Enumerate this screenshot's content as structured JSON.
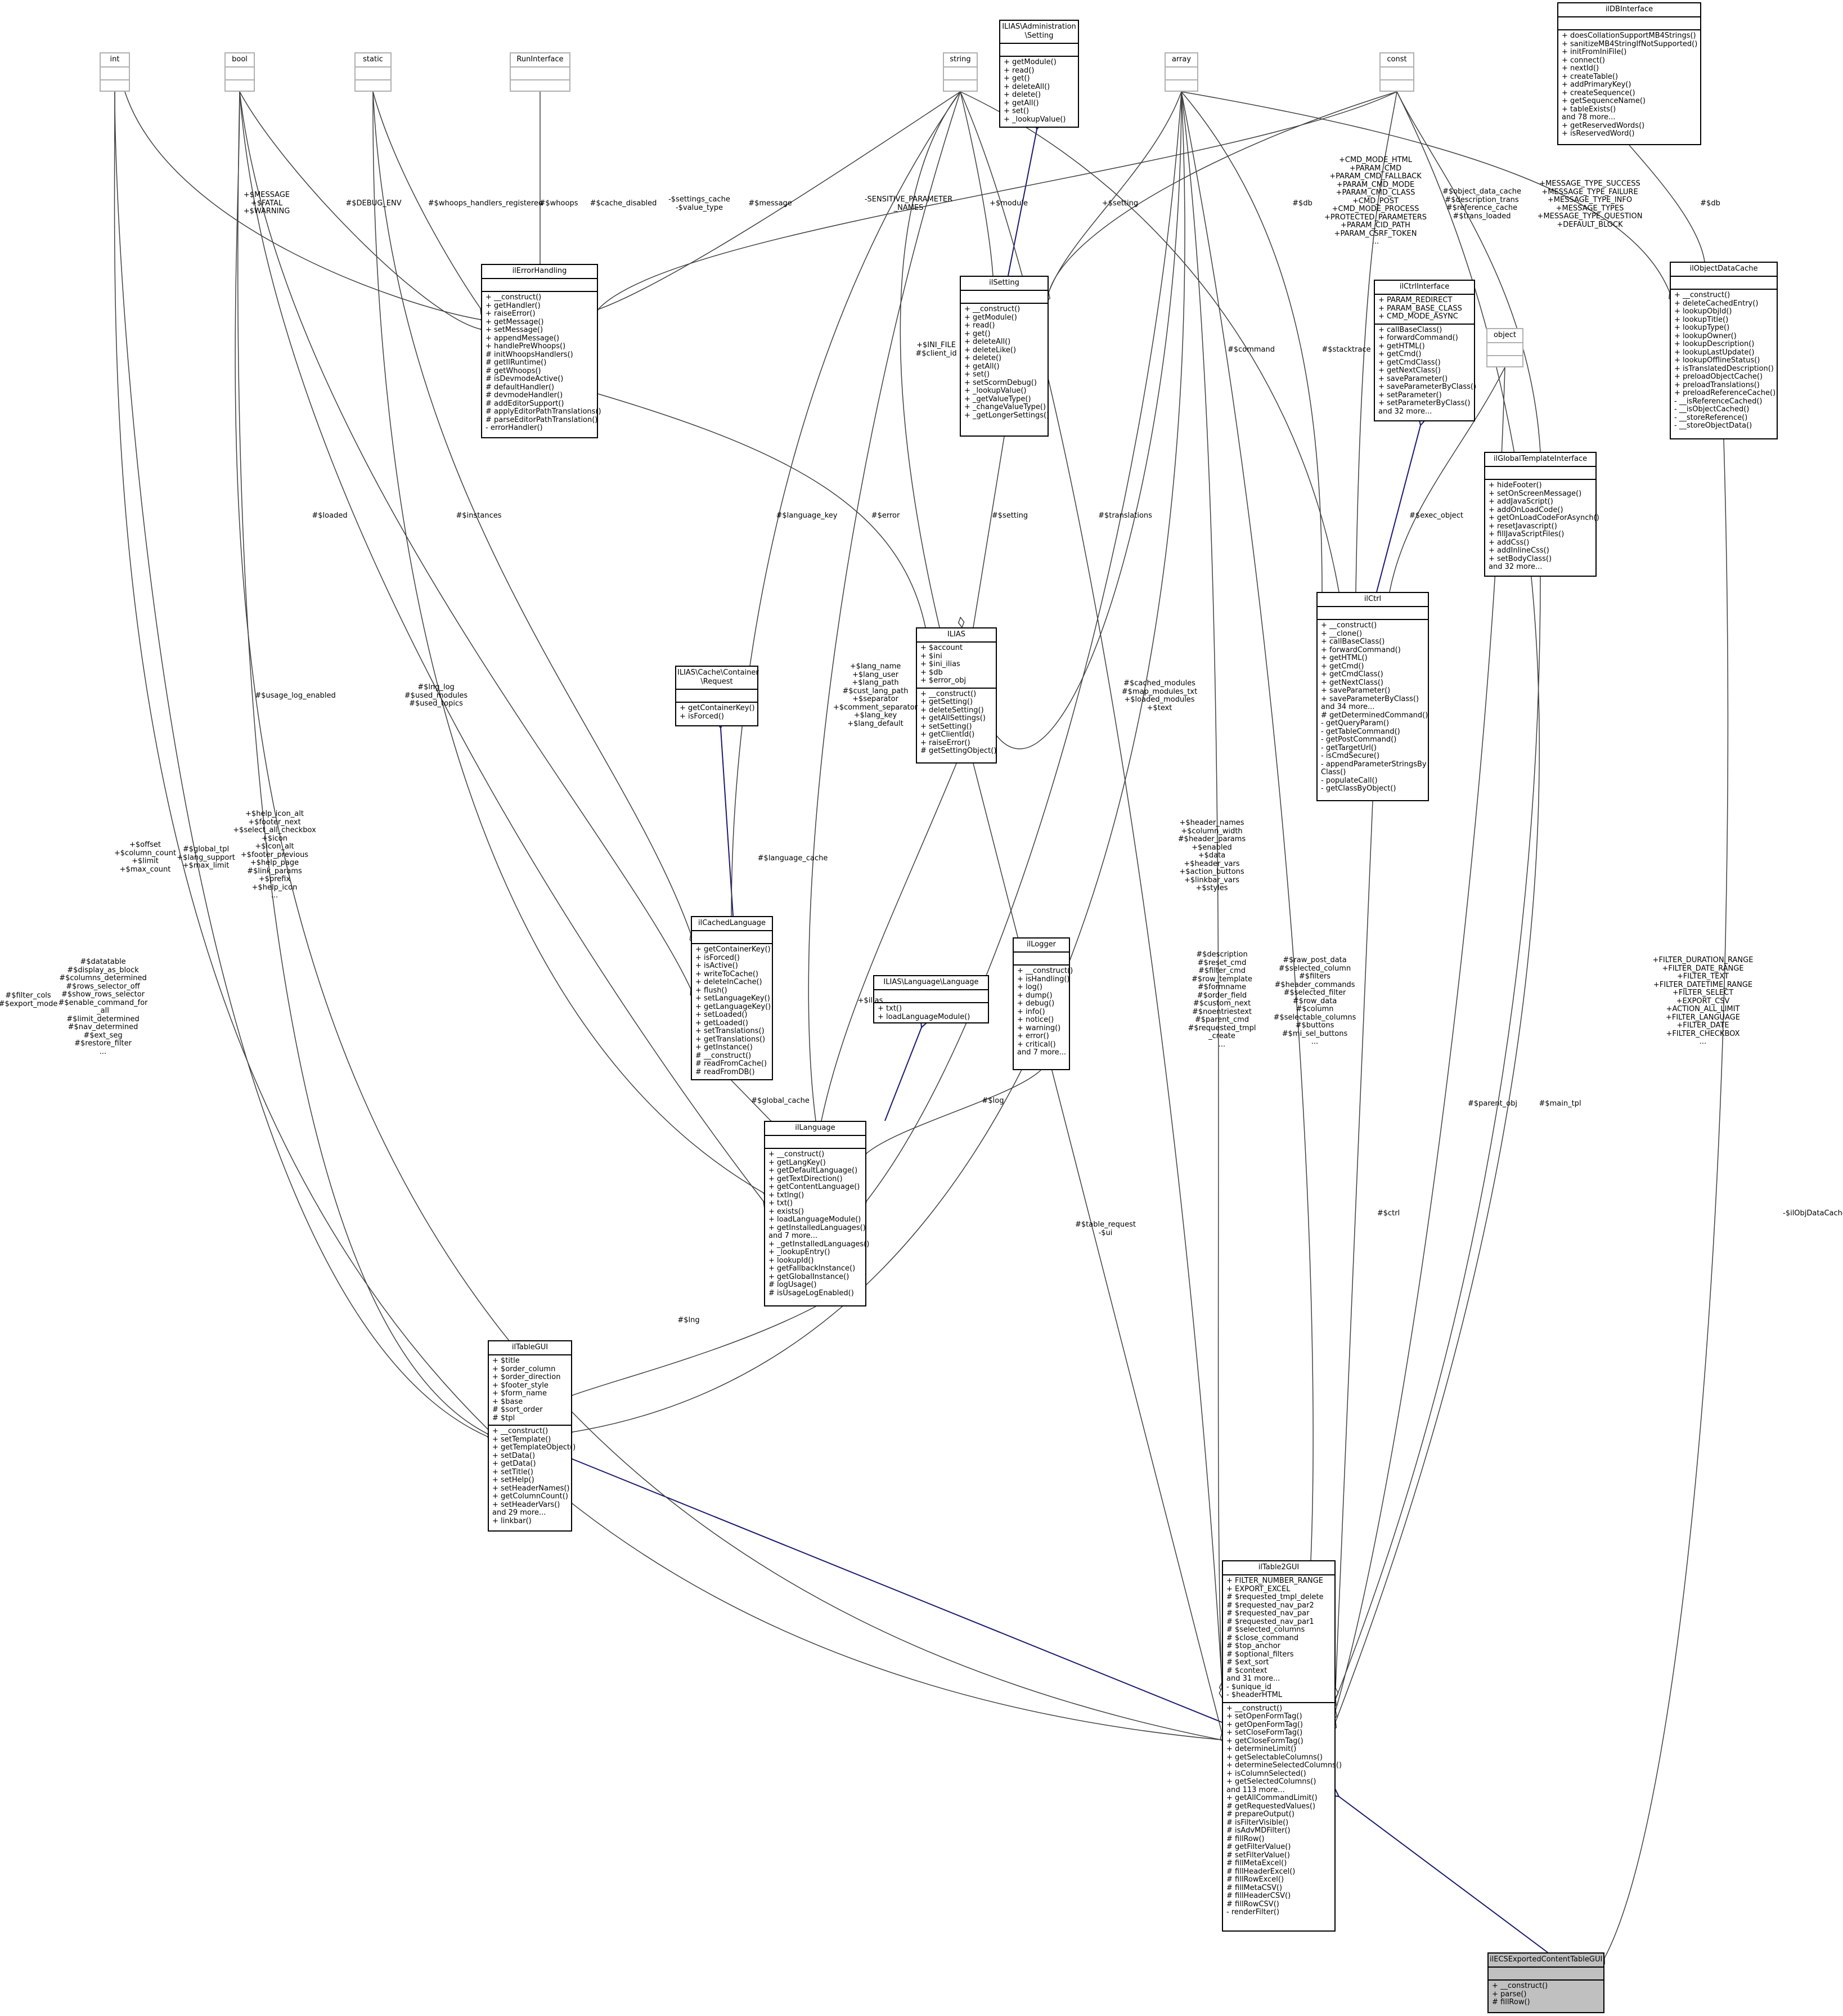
{
  "classes": {
    "int": {
      "title": "int",
      "attrs": [],
      "ops": []
    },
    "bool": {
      "title": "bool",
      "attrs": [],
      "ops": []
    },
    "static": {
      "title": "static",
      "attrs": [],
      "ops": []
    },
    "runinterface": {
      "title": "RunInterface",
      "attrs": [],
      "ops": []
    },
    "string": {
      "title": "string",
      "attrs": [],
      "ops": []
    },
    "admin_setting": {
      "title": "ILIAS\\Administration\n\\Setting",
      "attrs": [],
      "ops": [
        "+ getModule()",
        "+ read()",
        "+ get()",
        "+ deleteAll()",
        "+ delete()",
        "+ getAll()",
        "+ set()",
        "+ _lookupValue()"
      ]
    },
    "array": {
      "title": "array",
      "attrs": [],
      "ops": []
    },
    "const": {
      "title": "const",
      "attrs": [],
      "ops": []
    },
    "ildbinterface": {
      "title": "ilDBInterface",
      "attrs": [],
      "ops": [
        "+ doesCollationSupportMB4Strings()",
        "+ sanitizeMB4StringIfNotSupported()",
        "+ initFromIniFile()",
        "+ connect()",
        "+ nextId()",
        "+ createTable()",
        "+ addPrimaryKey()",
        "+ createSequence()",
        "+ getSequenceName()",
        "+ tableExists()",
        "and 78 more...",
        "+ getReservedWords()",
        "+ isReservedWord()"
      ]
    },
    "ilerrorhandling": {
      "title": "ilErrorHandling",
      "attrs": [],
      "ops": [
        "+ __construct()",
        "+ getHandler()",
        "+ raiseError()",
        "+ getMessage()",
        "+ setMessage()",
        "+ appendMessage()",
        "+ handlePreWhoops()",
        "# initWhoopsHandlers()",
        "# getIlRuntime()",
        "# getWhoops()",
        "# isDevmodeActive()",
        "# defaultHandler()",
        "# devmodeHandler()",
        "# addEditorSupport()",
        "# applyEditorPathTranslations()",
        "# parseEditorPathTranslation()",
        "- errorHandler()"
      ]
    },
    "ilsetting": {
      "title": "ilSetting",
      "attrs": [],
      "ops": [
        "+ __construct()",
        "+ getModule()",
        "+ read()",
        "+ get()",
        "+ deleteAll()",
        "+ deleteLike()",
        "+ delete()",
        "+ getAll()",
        "+ set()",
        "+ setScormDebug()",
        "+ _lookupValue()",
        "+ _getValueType()",
        "+ _changeValueType()",
        "+ _getLongerSettings()"
      ]
    },
    "ilctrlinterface": {
      "title": "ilCtrlInterface",
      "attrs": [
        "+ PARAM_REDIRECT",
        "+ PARAM_BASE_CLASS",
        "+ CMD_MODE_ASYNC"
      ],
      "ops": [
        "+ callBaseClass()",
        "+ forwardCommand()",
        "+ getHTML()",
        "+ getCmd()",
        "+ getCmdClass()",
        "+ getNextClass()",
        "+ saveParameter()",
        "+ saveParameterByClass()",
        "+ setParameter()",
        "+ setParameterByClass()",
        "and 32 more..."
      ]
    },
    "object": {
      "title": "object",
      "attrs": [],
      "ops": []
    },
    "ilobjectdatacache": {
      "title": "ilObjectDataCache",
      "attrs": [],
      "ops": [
        "+ __construct()",
        "+ deleteCachedEntry()",
        "+ lookupObjId()",
        "+ lookupTitle()",
        "+ lookupType()",
        "+ lookupOwner()",
        "+ lookupDescription()",
        "+ lookupLastUpdate()",
        "+ lookupOfflineStatus()",
        "+ isTranslatedDescription()",
        "+ preloadObjectCache()",
        "+ preloadTranslations()",
        "+ preloadReferenceCache()",
        "- __isReferenceCached()",
        "- __isObjectCached()",
        "- __storeReference()",
        "- __storeObjectData()"
      ]
    },
    "ilglobaltemplateinterface": {
      "title": "ilGlobalTemplateInterface",
      "attrs": [],
      "ops": [
        "+ hideFooter()",
        "+ setOnScreenMessage()",
        "+ addJavaScript()",
        "+ addOnLoadCode()",
        "+ getOnLoadCodeForAsynch()",
        "+ resetJavascript()",
        "+ fillJavaScriptFiles()",
        "+ addCss()",
        "+ addInlineCss()",
        "+ setBodyClass()",
        "and 32 more..."
      ]
    },
    "ilctrl": {
      "title": "ilCtrl",
      "attrs": [],
      "ops": [
        "+ __construct()",
        "+ __clone()",
        "+ callBaseClass()",
        "+ forwardCommand()",
        "+ getHTML()",
        "+ getCmd()",
        "+ getCmdClass()",
        "+ getNextClass()",
        "+ saveParameter()",
        "+ saveParameterByClass()",
        "and 34 more...",
        "# getDeterminedCommand()",
        "- getQueryParam()",
        "- getTableCommand()",
        "- getPostCommand()",
        "- getTargetUrl()",
        "- isCmdSecure()",
        "- appendParameterStringsBy",
        "Class()",
        "- populateCall()",
        "- getClassByObject()"
      ]
    },
    "ilias": {
      "title": "ILIAS",
      "attrs": [
        "+ $account",
        "+ $ini",
        "+ $ini_ilias",
        "+ $db",
        "+ $error_obj"
      ],
      "ops": [
        "+ __construct()",
        "+ getSetting()",
        "+ deleteSetting()",
        "+ getAllSettings()",
        "+ setSetting()",
        "+ getClientId()",
        "+ raiseError()",
        "# getSettingObject()"
      ]
    },
    "cache_request": {
      "title": "ILIAS\\Cache\\Container\n\\Request",
      "attrs": [],
      "ops": [
        "+ getContainerKey()",
        "+ isForced()"
      ]
    },
    "ilcachedlanguage": {
      "title": "ilCachedLanguage",
      "attrs": [],
      "ops": [
        "+ getContainerKey()",
        "+ isForced()",
        "+ isActive()",
        "+ writeToCache()",
        "+ deleteInCache()",
        "+ flush()",
        "+ setLanguageKey()",
        "+ getLanguageKey()",
        "+ setLoaded()",
        "+ getLoaded()",
        "+ setTranslations()",
        "+ getTranslations()",
        "+ getInstance()",
        "# __construct()",
        "# readFromCache()",
        "# readFromDB()"
      ]
    },
    "language_iface": {
      "title": "ILIAS\\Language\\Language",
      "attrs": [],
      "ops": [
        "+ txt()",
        "+ loadLanguageModule()"
      ]
    },
    "illogger": {
      "title": "ilLogger",
      "attrs": [],
      "ops": [
        "+ __construct()",
        "+ isHandling()",
        "+ log()",
        "+ dump()",
        "+ debug()",
        "+ info()",
        "+ notice()",
        "+ warning()",
        "+ error()",
        "+ critical()",
        "and 7 more..."
      ]
    },
    "illanguage": {
      "title": "ilLanguage",
      "attrs": [],
      "ops": [
        "+ __construct()",
        "+ getLangKey()",
        "+ getDefaultLanguage()",
        "+ getTextDirection()",
        "+ getContentLanguage()",
        "+ txtlng()",
        "+ txt()",
        "+ exists()",
        "+ loadLanguageModule()",
        "+ getInstalledLanguages()",
        "and 7 more...",
        "+ _getInstalledLanguages()",
        "+ _lookupEntry()",
        "+ lookupId()",
        "+ getFallbackInstance()",
        "+ getGlobalInstance()",
        "# logUsage()",
        "# isUsageLogEnabled()"
      ]
    },
    "iltablegui": {
      "title": "ilTableGUI",
      "attrs": [
        "+ $title",
        "+ $order_column",
        "+ $order_direction",
        "+ $footer_style",
        "+ $form_name",
        "+ $base",
        "# $sort_order",
        "# $tpl"
      ],
      "ops": [
        "+ __construct()",
        "+ setTemplate()",
        "+ getTemplateObject()",
        "+ setData()",
        "+ getData()",
        "+ setTitle()",
        "+ setHelp()",
        "+ setHeaderNames()",
        "+ getColumnCount()",
        "+ setHeaderVars()",
        "and 29 more...",
        "+ linkbar()"
      ]
    },
    "iltable2gui": {
      "title": "ilTable2GUI",
      "attrs": [
        "+ FILTER_NUMBER_RANGE",
        "+ EXPORT_EXCEL",
        "# $requested_tmpl_delete",
        "# $requested_nav_par2",
        "# $requested_nav_par",
        "# $requested_nav_par1",
        "# $selected_columns",
        "# $close_command",
        "# $top_anchor",
        "# $optional_filters",
        "# $ext_sort",
        "# $context",
        "and 31 more...",
        "- $unique_id",
        "- $headerHTML"
      ],
      "ops": [
        "+ __construct()",
        "+ setOpenFormTag()",
        "+ getOpenFormTag()",
        "+ setCloseFormTag()",
        "+ getCloseFormTag()",
        "+ determineLimit()",
        "+ getSelectableColumns()",
        "+ determineSelectedColumns()",
        "+ isColumnSelected()",
        "+ getSelectedColumns()",
        "and 113 more...",
        "+ getAllCommandLimit()",
        "# getRequestedValues()",
        "# prepareOutput()",
        "# isFilterVisible()",
        "# isAdvMDFilter()",
        "# fillRow()",
        "# getFilterValue()",
        "# setFilterValue()",
        "# fillMetaExcel()",
        "# fillHeaderExcel()",
        "# fillRowExcel()",
        "# fillMetaCSV()",
        "# fillHeaderCSV()",
        "# fillRowCSV()",
        "- renderFilter()"
      ]
    },
    "focus": {
      "title": "ilECSExportedContentTableGUI",
      "attrs": [],
      "ops": [
        "+ __construct()",
        "+ parse()",
        "# fillRow()"
      ]
    }
  },
  "labels": [
    "+$MESSAGE\n+$FATAL\n+$WARNING",
    "#$DEBUG_ENV",
    "#$whoops_handlers_registered",
    "#$whoops",
    "#$cache_disabled",
    "-$settings_cache\n-$value_type",
    "#$message",
    "-SENSITIVE_PARAMETER\n_NAMES",
    "+$module",
    "+$setting",
    "+CMD_MODE_HTML\n+PARAM_CMD\n+PARAM_CMD_FALLBACK\n+PARAM_CMD_MODE\n+PARAM_CMD_CLASS\n+CMD_POST\n+CMD_MODE_PROCESS\n+PROTECTED_PARAMETERS\n+PARAM_CID_PATH\n+PARAM_CSRF_TOKEN\n...",
    "#$db",
    "#$object_data_cache\n#$description_trans\n#$reference_cache\n#$trans_loaded",
    "+MESSAGE_TYPE_SUCCESS\n+MESSAGE_TYPE_FAILURE\n+MESSAGE_TYPE_INFO\n+MESSAGE_TYPES\n+MESSAGE_TYPE_QUESTION\n+DEFAULT_BLOCK",
    "#$db",
    "#$command",
    "#$stacktrace",
    "+$INI_FILE\n#$client_id",
    "#$loaded",
    "#$instances",
    "#$language_key",
    "#$error",
    "#$setting",
    "#$translations",
    "#$exec_object",
    "#$usage_log_enabled",
    "#$lng_log\n#$used_modules\n#$used_topics",
    "+$lang_name\n+$lang_user\n+$lang_path\n#$cust_lang_path\n+$separator\n+$comment_separator\n+$lang_key\n+$lang_default",
    "#$cached_modules\n#$map_modules_txt\n+$loaded_modules\n+$text",
    "#$language_cache",
    "+$help_icon_alt\n+$footer_next\n+$select_all_checkbox\n+$icon\n+$icon_alt\n+$footer_previous\n+$help_page\n#$link_params\n+$prefix\n+$help_icon\n...",
    "+$offset\n+$column_count\n+$limit\n+$max_count",
    "#$global_tpl\n+$lang_support\n+$max_limit",
    "+$header_names\n+$column_width\n#$header_params\n+$enabled\n+$data\n+$header_vars\n+$action_buttons\n+$linkbar_vars\n+$styles",
    "#$description\n#$reset_cmd\n#$filter_cmd\n#$row_template\n#$formname\n#$order_field\n#$custom_next\n#$noentriestext\n#$parent_cmd\n#$requested_tmpl\n_create\n...",
    "#$raw_post_data\n#$selected_column\n#$filters\n#$header_commands\n#$selected_filter\n#$row_data\n#$column\n#$selectable_columns\n#$buttons\n#$mi_sel_buttons\n...",
    "+FILTER_DURATION_RANGE\n+FILTER_DATE_RANGE\n+FILTER_TEXT\n+FILTER_DATETIME_RANGE\n+FILTER_SELECT\n+EXPORT_CSV\n+ACTION_ALL_LIMIT\n+FILTER_LANGUAGE\n+FILTER_DATE\n+FILTER_CHECKBOX\n...",
    "+$ilias",
    "#$global_cache",
    "#$log",
    "#$filter_cols\n#$export_mode",
    "#$datatable\n#$display_as_block\n#$columns_determined\n#$rows_selector_off\n#$show_rows_selector\n#$enable_command_for\n_all\n#$limit_determined\n#$nav_determined\n#$ext_seg\n#$restore_filter\n...",
    "#$lng",
    "#$table_request\n-$ui",
    "#$ctrl",
    "#$parent_obj",
    "#$main_tpl",
    "-$ilObjDataCache"
  ]
}
